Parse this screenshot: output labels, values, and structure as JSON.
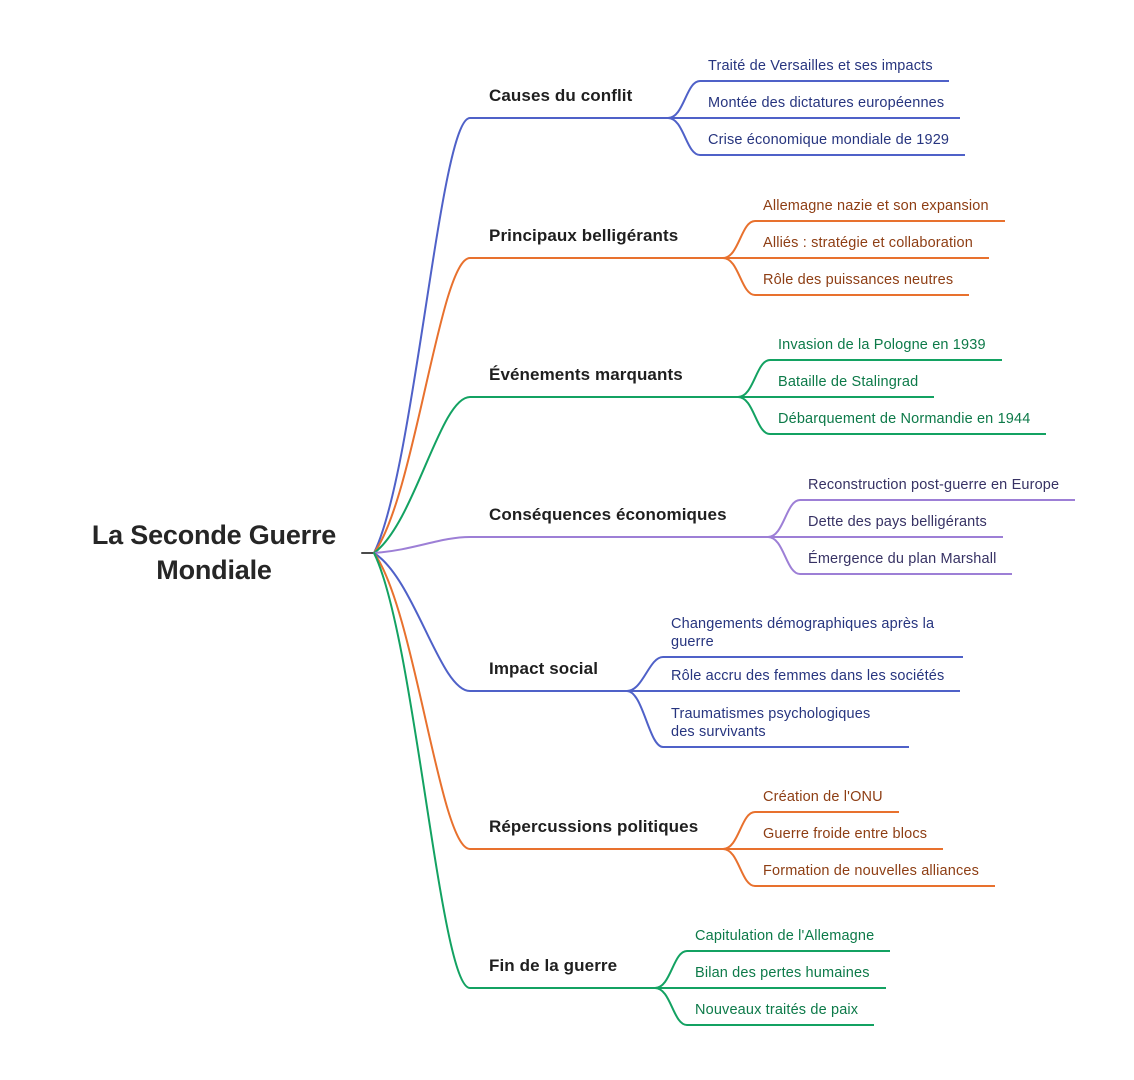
{
  "title": "La Seconde Guerre Mondiale",
  "root": {
    "label": "La Seconde Guerre Mondiale"
  },
  "palette": {
    "background": "#ffffff",
    "root_text": "#262626",
    "branch_label_text": "#1f1f1f",
    "blue": "#4f61c8",
    "orange": "#e8712e",
    "green": "#13a262",
    "purple": "#9d7fd6"
  },
  "branches": [
    {
      "label": "Causes du conflit",
      "color": "#4f61c8",
      "text_color": "#27357f",
      "children": [
        "Traité de Versailles et ses impacts",
        "Montée des dictatures européennes",
        "Crise économique mondiale de 1929"
      ]
    },
    {
      "label": "Principaux belligérants",
      "color": "#e8712e",
      "text_color": "#8e3e14",
      "children": [
        "Allemagne nazie et son expansion",
        "Alliés : stratégie et collaboration",
        "Rôle des puissances neutres"
      ]
    },
    {
      "label": "Événements marquants",
      "color": "#13a262",
      "text_color": "#0d7a49",
      "children": [
        "Invasion de la Pologne en 1939",
        "Bataille de Stalingrad",
        "Débarquement de Normandie en 1944"
      ]
    },
    {
      "label": "Conséquences économiques",
      "color": "#9d7fd6",
      "text_color": "#373264",
      "children": [
        "Reconstruction post-guerre en Europe",
        "Dette des pays belligérants",
        "Émergence du plan Marshall"
      ]
    },
    {
      "label": "Impact social",
      "color": "#4f61c8",
      "text_color": "#27357f",
      "children": [
        "Changements démographiques après la guerre",
        "Rôle accru des femmes dans les sociétés",
        "Traumatismes psychologiques des survivants"
      ]
    },
    {
      "label": "Répercussions politiques",
      "color": "#e8712e",
      "text_color": "#8e3e14",
      "children": [
        "Création de l'ONU",
        "Guerre froide entre blocs",
        "Formation de nouvelles alliances"
      ]
    },
    {
      "label": "Fin de la guerre",
      "color": "#13a262",
      "text_color": "#0d7a49",
      "children": [
        "Capitulation de l'Allemagne",
        "Bilan des pertes humaines",
        "Nouveaux traités de paix"
      ]
    }
  ]
}
